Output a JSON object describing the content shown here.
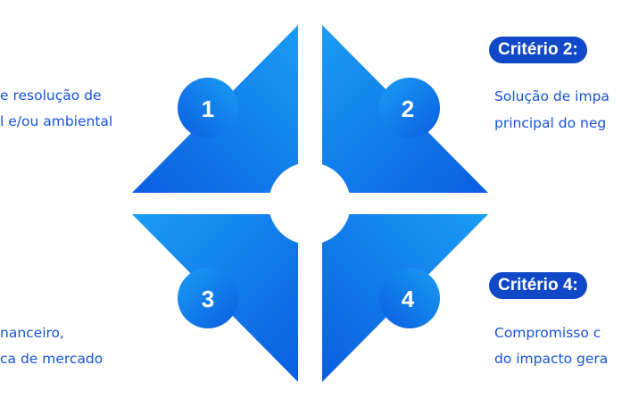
{
  "colors": {
    "accent": "#1653d9",
    "badge": "#1148c8",
    "shape_light": "#1a9cf5",
    "shape_dark": "#0a5ee0"
  },
  "quadrants": [
    {
      "number": "1"
    },
    {
      "number": "2"
    },
    {
      "number": "3"
    },
    {
      "number": "4"
    }
  ],
  "left": {
    "top_lines": [
      "e resolução de",
      "l e/ou ambiental"
    ],
    "bottom_lines": [
      "nanceiro,",
      "ca de mercado"
    ]
  },
  "right": {
    "top_badge": "Critério 2:",
    "top_lines": [
      "Solução de impa",
      "principal do neg"
    ],
    "bottom_badge": "Critério 4:",
    "bottom_lines": [
      "Compromisso c",
      "do impacto gera"
    ]
  }
}
